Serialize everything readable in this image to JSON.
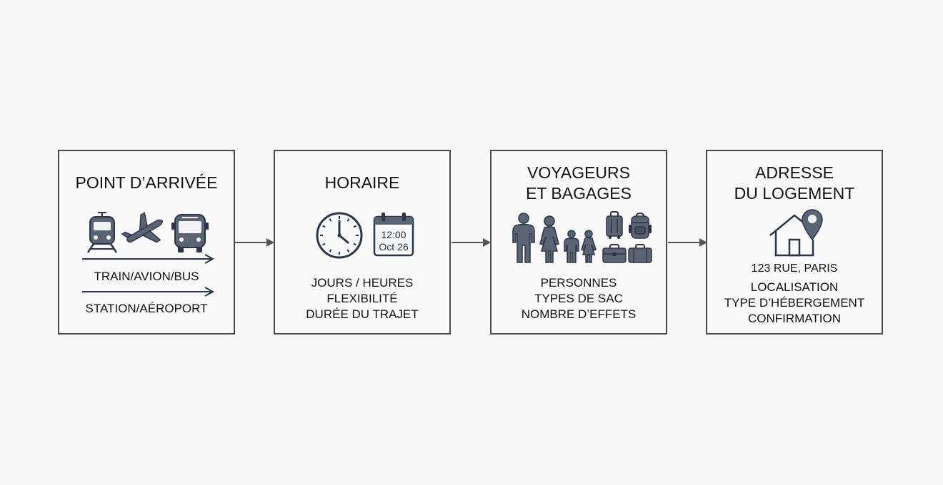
{
  "steps": [
    {
      "title": "POINT D’ARRIVÉE",
      "transport_line": "TRAIN/AVION/BUS",
      "arrival_line": "STATION/AÉROPORT",
      "icons": [
        "train-icon",
        "airplane-icon",
        "bus-icon",
        "arrow-right-icon"
      ]
    },
    {
      "title": "HORAIRE",
      "calendar_time": "12:00",
      "calendar_date": "Oct 26",
      "details": [
        "JOURS / HEURES",
        "FLEXIBILITÉ",
        "DURÉE DU TRAJET"
      ],
      "icons": [
        "clock-icon",
        "calendar-icon"
      ]
    },
    {
      "title_lines": [
        "VOYAGEURS",
        "ET BAGAGES"
      ],
      "details": [
        "PERSONNES",
        "TYPES DE SAC",
        "NOMBRE D’EFFETS"
      ],
      "icons": [
        "man-icon",
        "woman-icon",
        "child-icon",
        "suitcase-icon",
        "backpack-icon",
        "briefcase-icon"
      ]
    },
    {
      "title_lines": [
        "ADRESSE",
        "DU LOGEMENT"
      ],
      "address": "123 RUE, PARIS",
      "details": [
        "LOCALISATION",
        "TYPE D’HÉBERGEMENT",
        "CONFIRMATION"
      ],
      "icons": [
        "house-icon",
        "location-pin-icon"
      ]
    }
  ],
  "colors": {
    "icon": "#5b6475",
    "icon_dark": "#2c3547",
    "border": "#4a4a4a",
    "connector": "#555555"
  }
}
